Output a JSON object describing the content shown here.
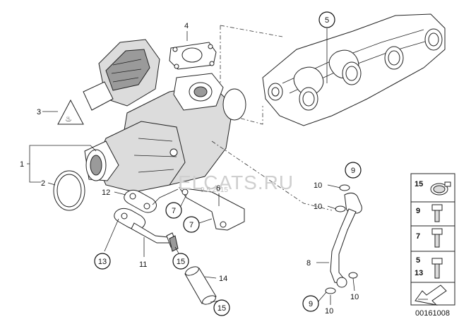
{
  "diagram": {
    "watermark": "ELCATS.RU",
    "watermark_date": "9.5.2015",
    "drawing_number": "00161008",
    "callouts": [
      {
        "id": "c5",
        "label": "5",
        "circled": true
      },
      {
        "id": "c4",
        "label": "4",
        "circled": false
      },
      {
        "id": "c3",
        "label": "3",
        "circled": false
      },
      {
        "id": "c1",
        "label": "1",
        "circled": false
      },
      {
        "id": "c2",
        "label": "2",
        "circled": false
      },
      {
        "id": "c12",
        "label": "12",
        "circled": false
      },
      {
        "id": "c6",
        "label": "6",
        "circled": false
      },
      {
        "id": "c7a",
        "label": "7",
        "circled": true
      },
      {
        "id": "c7b",
        "label": "7",
        "circled": true
      },
      {
        "id": "c13",
        "label": "13",
        "circled": true
      },
      {
        "id": "c11",
        "label": "11",
        "circled": false
      },
      {
        "id": "c15a",
        "label": "15",
        "circled": true
      },
      {
        "id": "c14",
        "label": "14",
        "circled": false
      },
      {
        "id": "c15b",
        "label": "15",
        "circled": true
      },
      {
        "id": "c9a",
        "label": "9",
        "circled": true
      },
      {
        "id": "c10a",
        "label": "10",
        "circled": false
      },
      {
        "id": "c10b",
        "label": "10",
        "circled": false
      },
      {
        "id": "c8",
        "label": "8",
        "circled": false
      },
      {
        "id": "c9b",
        "label": "9",
        "circled": true
      },
      {
        "id": "c10c",
        "label": "10",
        "circled": false
      },
      {
        "id": "c10d",
        "label": "10",
        "circled": false
      }
    ],
    "legend": [
      {
        "label": "15"
      },
      {
        "label": "9"
      },
      {
        "label": "7"
      },
      {
        "label": "5"
      },
      {
        "label": "13"
      }
    ]
  }
}
